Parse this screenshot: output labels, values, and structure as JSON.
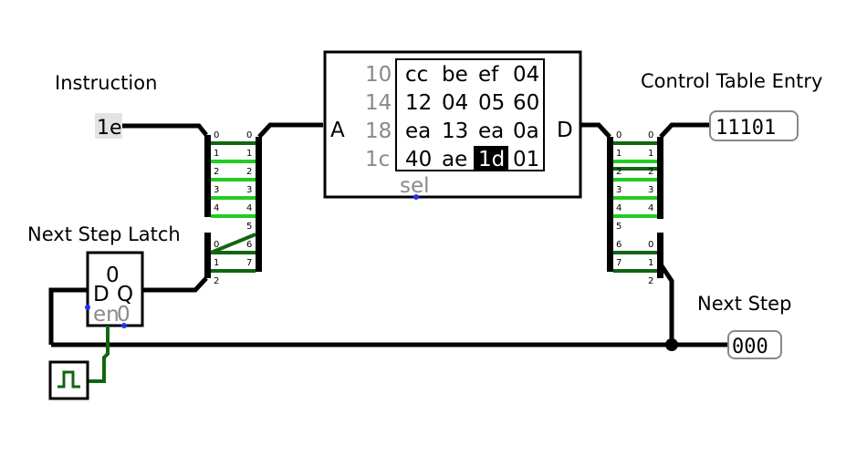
{
  "labels": {
    "instruction": "Instruction",
    "control_table_entry": "Control Table Entry",
    "next_step_latch": "Next Step Latch",
    "next_step": "Next Step"
  },
  "instruction_input": {
    "value": "1e"
  },
  "rom": {
    "port_a": "A",
    "port_d": "D",
    "sel": "sel",
    "rows": [
      {
        "addr": "10",
        "cells": [
          "cc",
          "be",
          "ef",
          "04"
        ]
      },
      {
        "addr": "14",
        "cells": [
          "12",
          "04",
          "05",
          "60"
        ]
      },
      {
        "addr": "18",
        "cells": [
          "ea",
          "13",
          "ea",
          "0a"
        ]
      },
      {
        "addr": "1c",
        "cells": [
          "40",
          "ae",
          "1d",
          "01"
        ]
      }
    ],
    "selected": {
      "row": 3,
      "col": 2
    }
  },
  "splitter_left": {
    "top_bits": [
      "0",
      "1",
      "2",
      "3",
      "4"
    ],
    "top_out": [
      "0",
      "1",
      "2",
      "3",
      "4",
      "5",
      "6",
      "7"
    ],
    "bottom_bits": [
      "0",
      "1",
      "2"
    ]
  },
  "splitter_right": {
    "in_bits": [
      "0",
      "1",
      "2",
      "3",
      "4",
      "5",
      "6",
      "7"
    ],
    "top_out": [
      "0",
      "1",
      "2",
      "3",
      "4"
    ],
    "bottom_out": [
      "0",
      "1",
      "2"
    ]
  },
  "latch": {
    "value": "0",
    "pin_d": "D",
    "pin_q": "Q",
    "pin_en": "en",
    "pin_clr": "0"
  },
  "control_table_entry": {
    "value": "11101"
  },
  "next_step": {
    "value": "000"
  },
  "colors": {
    "wire": "#000000",
    "bit_on": "#22cc22",
    "bit_off": "#116611",
    "pin": "#2233ee",
    "clock": "#116611"
  }
}
